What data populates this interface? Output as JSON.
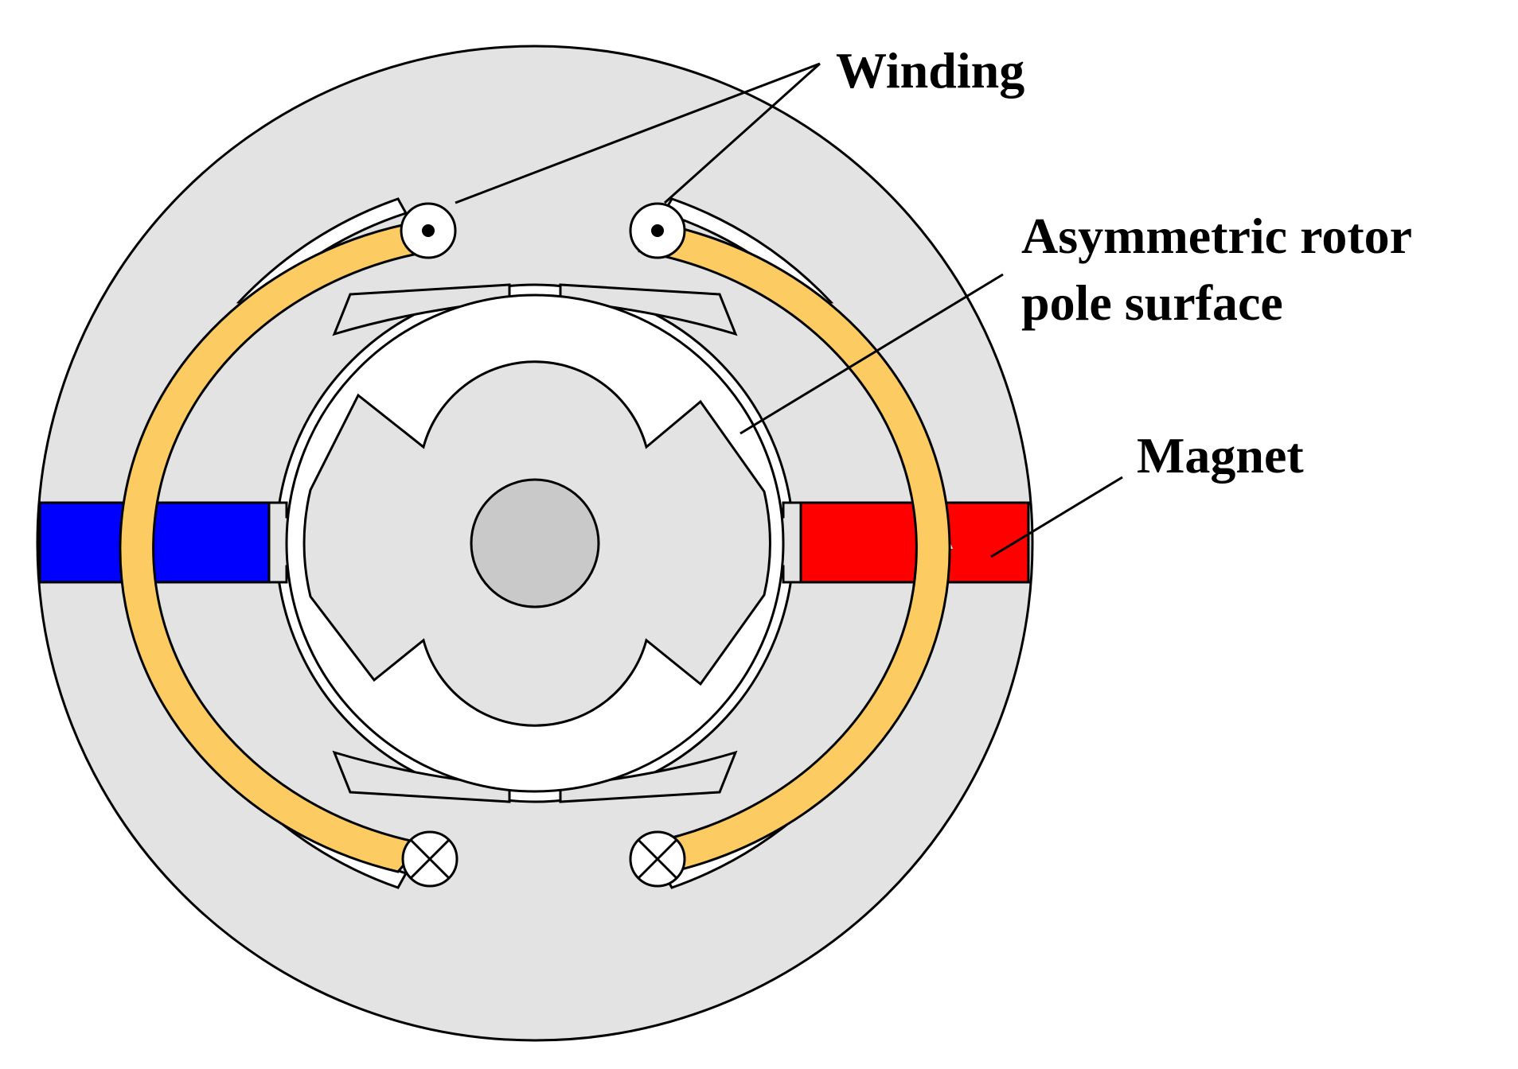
{
  "labels": {
    "winding": "Winding",
    "rotor_line1": "Asymmetric rotor",
    "rotor_line2": "pole surface",
    "magnet": "Magnet"
  },
  "colors": {
    "stator": "#e3e3e3",
    "winding": "#fccb62",
    "magnet_left": "#0000ff",
    "magnet_right": "#ff0000",
    "shaft": "#c9c9c9",
    "background": "#ffffff",
    "outline": "#000000"
  },
  "icons": {
    "current_out": "dot-in-circle-icon",
    "current_in": "cross-in-circle-icon",
    "magnetization": "arrow-up-icon"
  }
}
